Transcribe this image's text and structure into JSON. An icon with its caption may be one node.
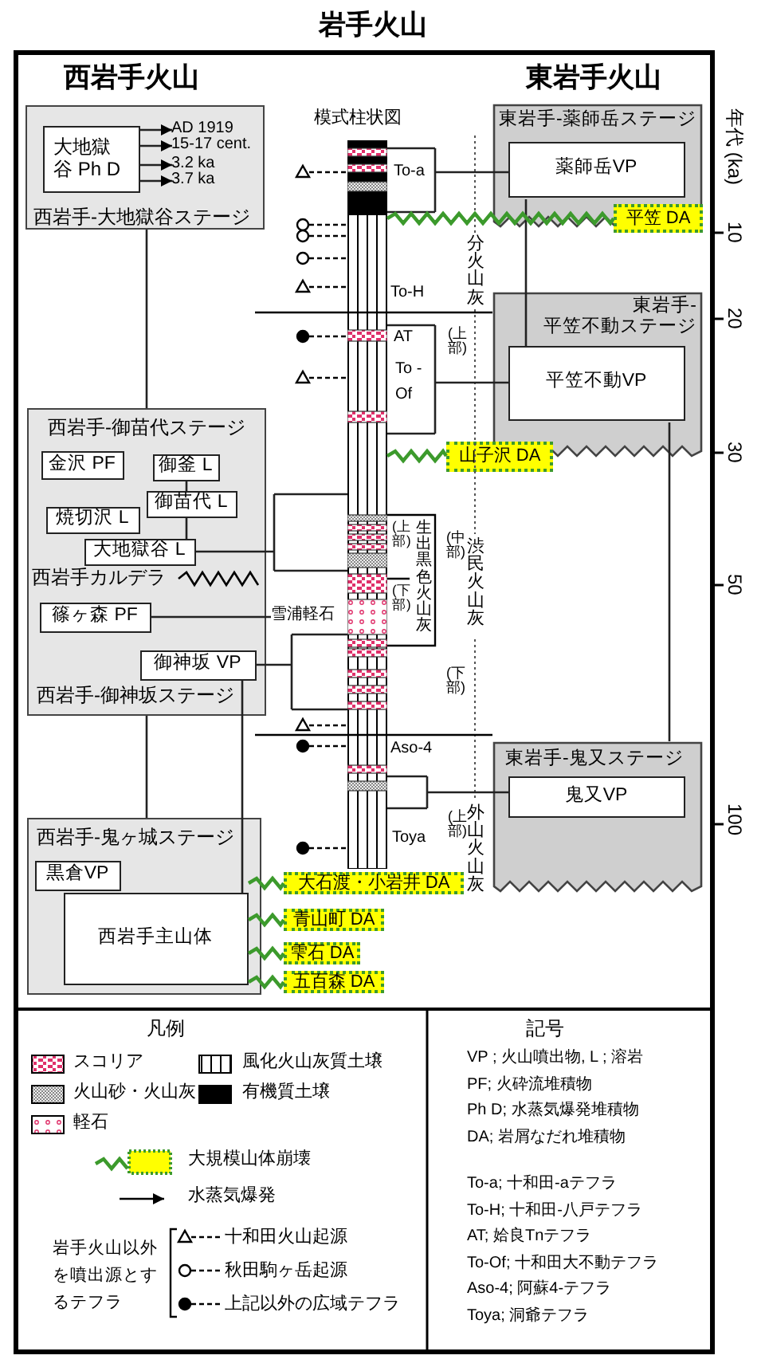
{
  "diagram": {
    "title": "岩手火山",
    "nodes": [
      {
        "text": [
          "西岩手-大地獄谷ステージ"
        ]
      },
      {
        "text": [
          "大地獄谷 Ph D"
        ],
        "in": 0
      },
      {
        "text": [
          "AD 1919"
        ],
        "in": 0
      },
      {
        "text": [
          "15-17 cent."
        ],
        "in": 0
      },
      {
        "text": [
          "3.2 ka"
        ],
        "in": 0
      },
      {
        "text": [
          "3.7 ka"
        ],
        "in": 0
      },
      {
        "text": [
          "西岩手-御苗代ステージ",
          "西岩手-御神坂ステージ"
        ]
      },
      {
        "text": [
          "金沢 PF"
        ],
        "in": 6
      },
      {
        "text": [
          "御釜 L"
        ],
        "in": 6
      },
      {
        "text": [
          "御苗代 L"
        ],
        "in": 6
      },
      {
        "text": [
          "焼切沢 L"
        ],
        "in": 6
      },
      {
        "text": [
          "大地獄谷 L"
        ],
        "in": 6
      },
      {
        "text": [
          "篠ヶ森 PF"
        ],
        "in": 6
      },
      {
        "text": [
          "御神坂 VP"
        ],
        "in": 6
      },
      {
        "text": [
          "西岩手-鬼ヶ城ステージ"
        ]
      },
      {
        "text": [
          "黒倉VP"
        ],
        "in": 14
      },
      {
        "text": [
          "西岩手主山体"
        ],
        "in": 14
      },
      {
        "text": [],
        "shape": "bar"
      },
      {
        "text": [
          "雪浦軽石"
        ]
      },
      {
        "text": [
          "大石渡・小岩井 DA"
        ]
      },
      {
        "text": [
          "青山町 DA"
        ]
      },
      {
        "text": [
          "雫石 DA"
        ]
      },
      {
        "text": [
          "五百森 DA"
        ]
      },
      {
        "text": [
          "東岩手-薬師岳ステージ"
        ]
      },
      {
        "text": [
          "薬師岳VP"
        ],
        "in": 23
      },
      {
        "text": [
          "平笠 DA"
        ]
      },
      {
        "text": [
          "東岩手-平笠不動ステージ"
        ]
      },
      {
        "text": [
          "平笠不動VP"
        ],
        "in": 26
      },
      {
        "text": [
          "山子沢 DA"
        ]
      },
      {
        "text": [
          "東岩手-鬼又ステージ"
        ]
      },
      {
        "text": [
          "鬼又VP"
        ],
        "in": 29
      }
    ],
    "edges": [
      {
        "from": 1,
        "to": 2,
        "arrow": "to"
      },
      {
        "from": 1,
        "to": 3,
        "arrow": "to"
      },
      {
        "from": 1,
        "to": 4,
        "arrow": "to"
      },
      {
        "from": 1,
        "to": 5,
        "arrow": "to"
      },
      {
        "from": 0,
        "to": 6,
        "arrow": "none"
      },
      {
        "from": 8,
        "to": 9,
        "arrow": "none"
      },
      {
        "from": 9,
        "to": 11,
        "arrow": "none"
      },
      {
        "from": 11,
        "to": 17,
        "arrow": "none"
      },
      {
        "from": 12,
        "to": 18,
        "arrow": "none"
      },
      {
        "from": 13,
        "to": 17,
        "arrow": "none"
      },
      {
        "from": 6,
        "to": 14,
        "arrow": "none"
      },
      {
        "from": 13,
        "to": 16,
        "arrow": "none"
      },
      {
        "from": 24,
        "to": 17,
        "arrow": "none"
      },
      {
        "from": 24,
        "to": 27,
        "arrow": "none"
      },
      {
        "from": 27,
        "to": 17,
        "arrow": "none"
      },
      {
        "from": 27,
        "to": 29,
        "arrow": "none"
      },
      {
        "from": 30,
        "to": 17,
        "arrow": "none"
      },
      {
        "from": 17,
        "to": 25,
        "arrow": "none",
        "color": "#3c9a2c"
      },
      {
        "from": 17,
        "to": 28,
        "arrow": "none",
        "color": "#3c9a2c"
      },
      {
        "from": 16,
        "to": 19,
        "arrow": "none",
        "color": "#3c9a2c"
      },
      {
        "from": 16,
        "to": 20,
        "arrow": "none",
        "color": "#3c9a2c"
      },
      {
        "from": 16,
        "to": 21,
        "arrow": "none",
        "color": "#3c9a2c"
      },
      {
        "from": 16,
        "to": 22,
        "arrow": "none",
        "color": "#3c9a2c"
      }
    ],
    "labels": [
      "西岩手火山",
      "東岩手火山",
      "模式柱状図",
      "年代 (ka)",
      "To-a",
      "分火山灰",
      "10",
      "To-H",
      "20",
      "AT",
      "(上部)",
      "To -Of",
      "30",
      "西岩手カルデラ",
      "生出黒色火山灰",
      "(上部)",
      "(下部)",
      "(中部)",
      "渋民火山灰",
      "50",
      "(下部)",
      "Aso-4",
      "(上部)",
      "外山火山灰",
      "100",
      "Toya",
      "凡例",
      "岩手火山以外を噴出源とするテフラ",
      "記号",
      "VP ; 火山噴出物, L ; 溶岩",
      "PF; 火砕流堆積物",
      "Ph D; 水蒸気爆発堆積物",
      "DA; 岩屑なだれ堆積物",
      "To-a; 十和田-aテフラ",
      "To-H; 十和田-八戸テフラ",
      "AT; 姶良Tnテフラ",
      "To-Of; 十和田大不動テフラ",
      "Aso-4; 阿蘇4-テフラ",
      "Toya; 洞爺テフラ"
    ],
    "legend": [
      {
        "text": "スコリア"
      },
      {
        "text": "風化火山灰質土壌"
      },
      {
        "text": "火山砂・火山灰"
      },
      {
        "text": "有機質土壌",
        "color": "#000000"
      },
      {
        "text": "軽石"
      },
      {
        "text": "大規模山体崩壊"
      },
      {
        "text": "水蒸気爆発"
      },
      {
        "text": "十和田火山起源"
      },
      {
        "text": "秋田駒ヶ岳起源"
      },
      {
        "text": "上記以外の広域テフラ"
      }
    ]
  }
}
